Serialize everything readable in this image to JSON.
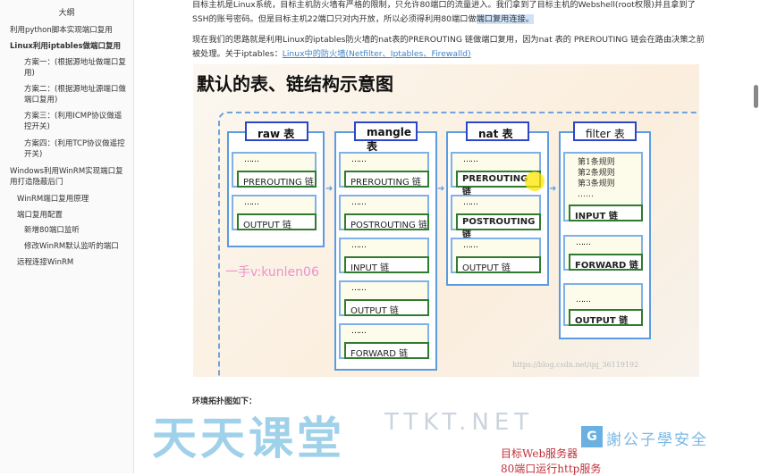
{
  "sidebar": {
    "title": "大纲",
    "items": [
      {
        "label": "利用python脚本实现端口复用"
      },
      {
        "label": "Linux利用iptables做端口复用"
      },
      {
        "label": "方案一：(根据源地址做端口复用)"
      },
      {
        "label": "方案二：(根据源地址源端口做端口复用)"
      },
      {
        "label": "方案三：(利用ICMP协议做遥控开关)"
      },
      {
        "label": "方案四：(利用TCP协议做遥控开关)"
      },
      {
        "label": "Windows利用WinRM实现端口复用打造隐蔽后门"
      },
      {
        "label": "WinRM端口复用原理"
      },
      {
        "label": "端口复用配置"
      },
      {
        "label": "新增80端口监听"
      },
      {
        "label": "修改WinRM默认监听的端口"
      },
      {
        "label": "远程连接WinRM"
      }
    ]
  },
  "content": {
    "para1": "目标主机是Linux系统，目标主机防火墙有严格的限制，只允许80端口的流量进入。我们拿到了目标主机的Webshell(root权限)并且拿到了SSH的账号密码。但是目标主机22端口只对内开放，所以必须得利用80端口做",
    "para1_highlight": "端口复用连接。",
    "para2": "现在我们的思路就是利用Linux的iptables防火墙的nat表的PREROUTING 链做端口复用，因为nat 表的 PREROUTING 链会在路由决策之前被处理。关于iptables：",
    "para2_link": "Linux中的防火墙(Netfilter、Iptables、Firewalld)",
    "para3": "环境拓扑图如下："
  },
  "diagram": {
    "title": "默认的表、链结构示意图",
    "dots": "……",
    "tables": [
      {
        "name": "raw 表",
        "chains": [
          "PREROUTING 链",
          "OUTPUT 链"
        ]
      },
      {
        "name": "mangle 表",
        "chains": [
          "PREROUTING 链",
          "POSTROUTING 链",
          "INPUT 链",
          "OUTPUT 链",
          "FORWARD 链"
        ]
      },
      {
        "name": "nat 表",
        "chains": [
          "PREROUTING 链",
          "POSTROUTING 链",
          "OUTPUT 链"
        ]
      },
      {
        "name": "filter 表",
        "chains": [
          "INPUT 链",
          "FORWARD 链",
          "OUTPUT 链"
        ],
        "rules": [
          "第1条规则",
          "第2条规则",
          "第3条规则"
        ]
      }
    ],
    "source_url": "https://blog.csdn.net/qq_36119192"
  },
  "watermarks": {
    "main": "天天课堂",
    "sub": "TTKT.NET",
    "contact": "一手v:kunlen06",
    "logo": "謝公子學安全",
    "hand1": "目标Web服务器",
    "hand2": "80端口运行http服务"
  }
}
